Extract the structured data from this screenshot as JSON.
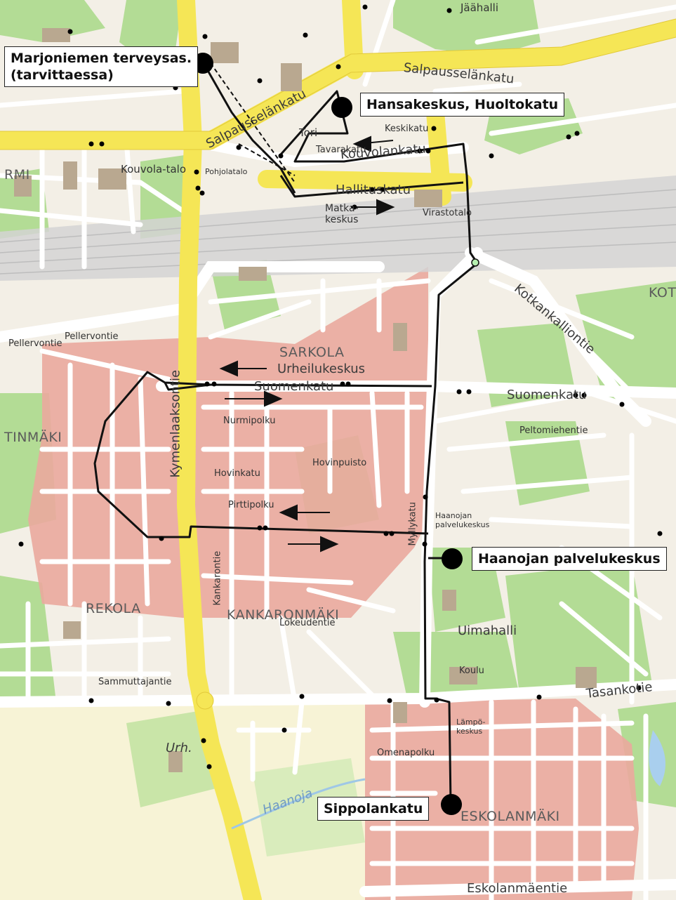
{
  "map": {
    "colors": {
      "base": "#f3efe6",
      "green": "#a8d88a",
      "residential": "#e8a59a",
      "road": "#ffffff",
      "main_road": "#f5e85a",
      "rail": "#d6d6d6",
      "route": "#111111",
      "stop": "#000000"
    },
    "destination_labels": [
      {
        "id": "marjoniemi",
        "text": "Marjoniemen terveysas.\n(tarvittaessa)"
      },
      {
        "id": "hansakeskus",
        "text": "Hansakeskus, Huoltokatu"
      },
      {
        "id": "haanoja",
        "text": "Haanojan palvelukeskus"
      },
      {
        "id": "sippola",
        "text": "Sippolankatu"
      }
    ],
    "districts": [
      {
        "id": "sarkola",
        "text": "SARKOLA"
      },
      {
        "id": "rekola",
        "text": "REKOLA"
      },
      {
        "id": "kankaronmaki",
        "text": "KANKARONMÄKI"
      },
      {
        "id": "eskolanmaki",
        "text": "ESKOLANMÄKI"
      },
      {
        "id": "tinmaki",
        "text": "TINMÄKI"
      },
      {
        "id": "rmi",
        "text": "RMI"
      },
      {
        "id": "kot",
        "text": "KOT"
      }
    ],
    "streets": [
      {
        "id": "salpausselankatu-w",
        "text": "Salpausselänkatu"
      },
      {
        "id": "salpausselankatu-e",
        "text": "Salpausselänkatu"
      },
      {
        "id": "kouvolankatu",
        "text": "Kouvolankatu"
      },
      {
        "id": "hallituskatu",
        "text": "Hallituskatu"
      },
      {
        "id": "kymenlaaksontie",
        "text": "Kymenlaaksontie"
      },
      {
        "id": "suomenkatu-w",
        "text": "Suomenkatu"
      },
      {
        "id": "suomenkatu-e",
        "text": "Suomenkatu"
      },
      {
        "id": "kotkankalliontie",
        "text": "Kotkankalliontie"
      },
      {
        "id": "tasankotie",
        "text": "Tasankotie"
      },
      {
        "id": "eskolanmaentie",
        "text": "Eskolanmäentie"
      },
      {
        "id": "myllykatu",
        "text": "Myllykatu"
      },
      {
        "id": "urheilukeskus",
        "text": "Urheilukeskus"
      },
      {
        "id": "matkakeskus",
        "text": "Matka-\nkeskus"
      },
      {
        "id": "uimahalli",
        "text": "Uimahalli"
      },
      {
        "id": "kouvola-talo",
        "text": "Kouvola-talo"
      },
      {
        "id": "tori",
        "text": "Tori"
      },
      {
        "id": "keskikatu",
        "text": "Keskikatu"
      },
      {
        "id": "tavarakatu",
        "text": "Tavarakatu"
      },
      {
        "id": "pellervontie",
        "text": "Pellervontie"
      },
      {
        "id": "haanoja-stream",
        "text": "Haanoja"
      },
      {
        "id": "peltomiehentie",
        "text": "Peltomiehentie"
      },
      {
        "id": "sammuttajantie",
        "text": "Sammuttajantie"
      },
      {
        "id": "kankarontie",
        "text": "Kankarontie"
      },
      {
        "id": "lokeudentie",
        "text": "Lokeudentie"
      },
      {
        "id": "haanojan-palvelukeskus-small",
        "text": "Haanojan\npalvelukeskus"
      },
      {
        "id": "omenapolku",
        "text": "Omenapolku"
      },
      {
        "id": "urh",
        "text": "Urh."
      },
      {
        "id": "pellervontie-2",
        "text": "Pellervontie"
      },
      {
        "id": "nurmipolku",
        "text": "Nurmipolku"
      },
      {
        "id": "hovinkatu",
        "text": "Hovinkatu"
      },
      {
        "id": "hovinpuisto",
        "text": "Hovinpuisto"
      },
      {
        "id": "pirttipolku",
        "text": "Pirttipolku"
      },
      {
        "id": "lampokeskus",
        "text": "Lämpö-\nkeskus"
      },
      {
        "id": "koulu",
        "text": "Koulu"
      },
      {
        "id": "jaahalli",
        "text": "Jäähalli"
      },
      {
        "id": "virastotalo",
        "text": "Virastotalo"
      },
      {
        "id": "pohjolatalo",
        "text": "Pohjolatalo"
      }
    ]
  }
}
